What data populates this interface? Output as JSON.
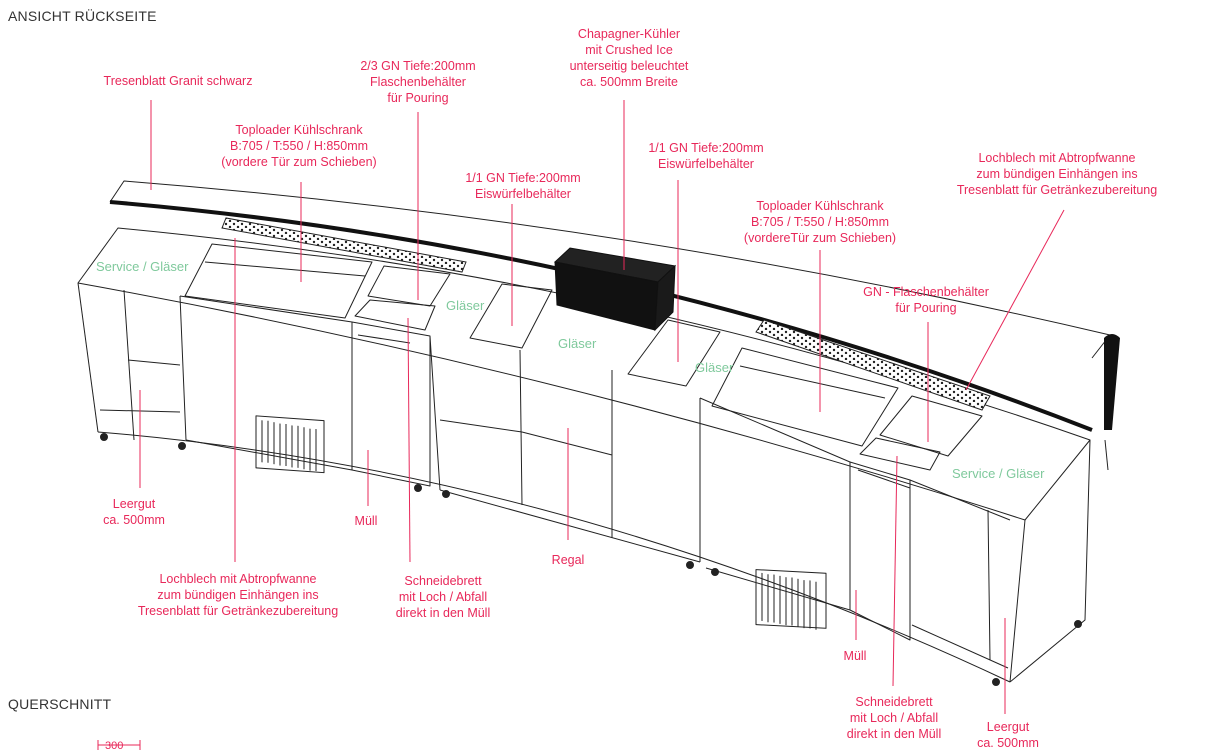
{
  "headings": {
    "ansicht": "ANSICHT RÜCKSEITE",
    "querschnitt": "QUERSCHNITT",
    "dimension": "300"
  },
  "colors": {
    "annotation": "#e8285a",
    "zone": "#7fc99c",
    "line": "#222222",
    "counter_top": "#111111"
  },
  "annotations": {
    "tresenblatt": "Tresenblatt Granit schwarz",
    "toploader_left": "Toploader Kühlschrank\nB:705 / T:550 / H:850mm\n(vordere Tür zum Schieben)",
    "flaschen_23": "2/3 GN Tiefe:200mm\nFlaschenbehälter\nfür Pouring",
    "eis_left": "1/1 GN Tiefe:200mm\nEiswürfelbehälter",
    "champagner": "Chapagner-Kühler\nmit Crushed Ice\nunterseitig beleuchtet\nca. 500mm Breite",
    "eis_right": "1/1 GN Tiefe:200mm\nEiswürfelbehälter",
    "toploader_right": "Toploader Kühlschrank\nB:705 / T:550 / H:850mm\n(vordereTür zum Schieben)",
    "lochblech_right": "Lochblech mit Abtropfwanne\nzum bündigen Einhängen ins\nTresenblatt für Getränkezubereitung",
    "gn_flaschen": "GN - Flaschenbehälter\nfür Pouring",
    "leergut_left": "Leergut\nca. 500mm",
    "muell_left": "Müll",
    "lochblech_left": "Lochblech mit Abtropfwanne\nzum bündigen Einhängen ins\nTresenblatt für Getränkezubereitung",
    "schneidebrett_left": "Schneidebrett\nmit Loch / Abfall\ndirekt in den Müll",
    "regal": "Regal",
    "muell_right": "Müll",
    "schneidebrett_right": "Schneidebrett\nmit Loch / Abfall\ndirekt in den Müll",
    "leergut_right": "Leergut\nca. 500mm"
  },
  "zones": {
    "service_left": "Service / Gläser",
    "glaeser_1": "Gläser",
    "glaeser_2": "Gläser",
    "glaeser_3": "Gläser",
    "service_right": "Service / Gläser"
  }
}
